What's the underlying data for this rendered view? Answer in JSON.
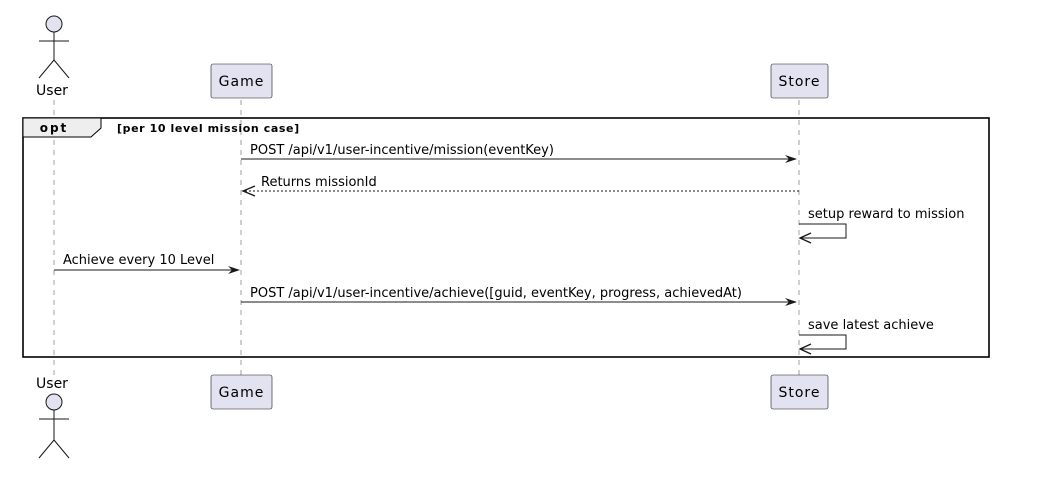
{
  "participants": {
    "user": {
      "label": "User"
    },
    "game": {
      "label": "Game"
    },
    "store": {
      "label": "Store"
    }
  },
  "group": {
    "keyword": "opt",
    "condition": "[per 10 level mission case]"
  },
  "messages": [
    {
      "from": "game",
      "to": "store",
      "label": "POST /api/v1/user-incentive/mission(eventKey)",
      "style": "solid"
    },
    {
      "from": "store",
      "to": "game",
      "label": "Returns missionId",
      "style": "dashed"
    },
    {
      "from": "store",
      "to": "store",
      "label": "setup reward to mission",
      "style": "solid"
    },
    {
      "from": "user",
      "to": "game",
      "label": "Achieve every 10 Level",
      "style": "solid"
    },
    {
      "from": "game",
      "to": "store",
      "label": "POST /api/v1/user-incentive/achieve([guid, eventKey, progress, achievedAt)",
      "style": "solid"
    },
    {
      "from": "store",
      "to": "store",
      "label": "save latest achieve",
      "style": "solid"
    }
  ],
  "colors": {
    "participant_fill": "#e2e2f0",
    "participant_border": "#181818",
    "lifeline": "#a0a0a0",
    "line": "#181818",
    "text": "#000000"
  }
}
